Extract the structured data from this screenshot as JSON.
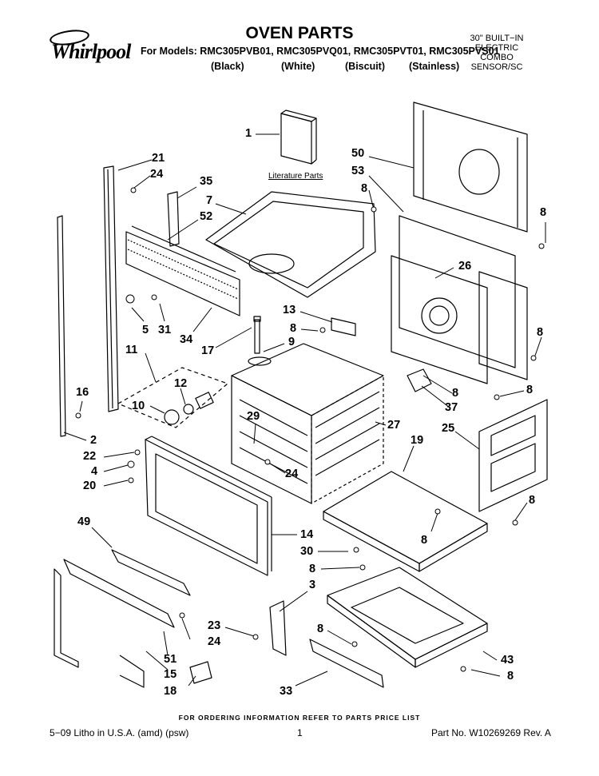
{
  "header": {
    "brand": "Whirlpool",
    "title": "OVEN PARTS",
    "models_line": "For Models: RMC305PVB01, RMC305PVQ01, RMC305PVT01, RMC305PVS01",
    "colors": [
      "(Black)",
      "(White)",
      "(Biscuit)",
      "(Stainless)"
    ],
    "product_line1": "30\" BUILT−IN ELECTRIC",
    "product_line2": "COMBO",
    "product_line3": "SENSOR/SC"
  },
  "literature_label": "Literature Parts",
  "callouts": [
    {
      "id": "c1",
      "text": "1"
    },
    {
      "id": "c21",
      "text": "21"
    },
    {
      "id": "c24a",
      "text": "24"
    },
    {
      "id": "c35",
      "text": "35"
    },
    {
      "id": "c7",
      "text": "7"
    },
    {
      "id": "c52",
      "text": "52"
    },
    {
      "id": "c50",
      "text": "50"
    },
    {
      "id": "c53",
      "text": "53"
    },
    {
      "id": "c8a",
      "text": "8"
    },
    {
      "id": "c8b",
      "text": "8"
    },
    {
      "id": "c26",
      "text": "26"
    },
    {
      "id": "c13",
      "text": "13"
    },
    {
      "id": "c8c",
      "text": "8"
    },
    {
      "id": "c9",
      "text": "9"
    },
    {
      "id": "c5",
      "text": "5"
    },
    {
      "id": "c31",
      "text": "31"
    },
    {
      "id": "c34",
      "text": "34"
    },
    {
      "id": "c17",
      "text": "17"
    },
    {
      "id": "c8d",
      "text": "8"
    },
    {
      "id": "c11",
      "text": "11"
    },
    {
      "id": "c16",
      "text": "16"
    },
    {
      "id": "c12",
      "text": "12"
    },
    {
      "id": "c10",
      "text": "10"
    },
    {
      "id": "c8e",
      "text": "8"
    },
    {
      "id": "c8f",
      "text": "8"
    },
    {
      "id": "c37",
      "text": "37"
    },
    {
      "id": "c29",
      "text": "29"
    },
    {
      "id": "c27",
      "text": "27"
    },
    {
      "id": "c2",
      "text": "2"
    },
    {
      "id": "c25",
      "text": "25"
    },
    {
      "id": "c19",
      "text": "19"
    },
    {
      "id": "c22",
      "text": "22"
    },
    {
      "id": "c4",
      "text": "4"
    },
    {
      "id": "c24b",
      "text": "24"
    },
    {
      "id": "c20",
      "text": "20"
    },
    {
      "id": "c8g",
      "text": "8"
    },
    {
      "id": "c8h",
      "text": "8"
    },
    {
      "id": "c49",
      "text": "49"
    },
    {
      "id": "c14",
      "text": "14"
    },
    {
      "id": "c30",
      "text": "30"
    },
    {
      "id": "c8i",
      "text": "8"
    },
    {
      "id": "c3",
      "text": "3"
    },
    {
      "id": "c23",
      "text": "23"
    },
    {
      "id": "c24c",
      "text": "24"
    },
    {
      "id": "c8j",
      "text": "8"
    },
    {
      "id": "c51",
      "text": "51"
    },
    {
      "id": "c15",
      "text": "15"
    },
    {
      "id": "c18",
      "text": "18"
    },
    {
      "id": "c43",
      "text": "43"
    },
    {
      "id": "c33",
      "text": "33"
    },
    {
      "id": "c8k",
      "text": "8"
    }
  ],
  "footer": {
    "ordering": "FOR ORDERING INFORMATION REFER TO PARTS PRICE LIST",
    "litho": "5−09 Litho in U.S.A. (amd) (psw)",
    "page": "1",
    "part_no": "Part No. W10269269 Rev. A"
  }
}
